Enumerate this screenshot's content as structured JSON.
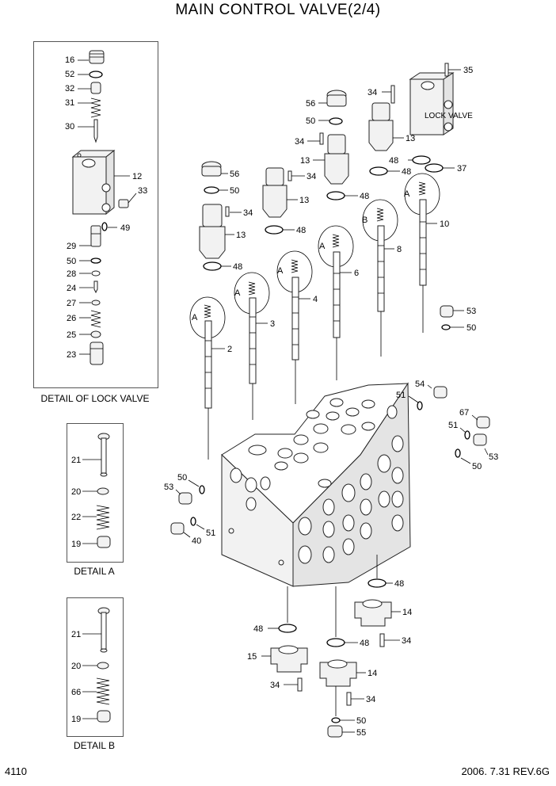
{
  "title": "MAIN CONTROL VALVE(2/4)",
  "footer": {
    "page": "4110",
    "date_rev": "2006. 7.31  REV.6G"
  },
  "details": {
    "lock_valve": "DETAIL OF LOCK VALVE",
    "a": "DETAIL A",
    "b": "DETAIL B"
  },
  "lock_valve_label": "LOCK VALVE",
  "spool_tags": [
    "A",
    "A",
    "A",
    "A",
    "B",
    "A"
  ],
  "labels": {
    "l16": "16",
    "l52": "52",
    "l32": "32",
    "l31": "31",
    "l30": "30",
    "l12": "12",
    "l33": "33",
    "l49": "49",
    "l29": "29",
    "l50a": "50",
    "l28": "28",
    "l24": "24",
    "l27": "27",
    "l26": "26",
    "l25": "25",
    "l23": "23",
    "dA21": "21",
    "dA20": "20",
    "dA22": "22",
    "dA19": "19",
    "dB21": "21",
    "dB20": "20",
    "dB66": "66",
    "dB19": "19",
    "m56a": "56",
    "m50b": "50",
    "m34a": "34",
    "m13a": "13",
    "m34b": "34",
    "m13b": "13",
    "m48a": "48",
    "m48b": "48",
    "m56b": "56",
    "m50c": "50",
    "m34c": "34",
    "m13c": "13",
    "m48c": "48",
    "m34d": "34",
    "m13d": "13",
    "m48d": "48",
    "m48e": "48",
    "m35": "35",
    "m37": "37",
    "s2": "2",
    "s3": "3",
    "s4": "4",
    "s6": "6",
    "s8": "8",
    "s10": "10",
    "r53a": "53",
    "r50a": "50",
    "r54": "54",
    "r51a": "51",
    "r67": "67",
    "r51b": "51",
    "r53b": "53",
    "r50b": "50",
    "f53": "53",
    "f50": "50",
    "f51": "51",
    "f40": "40",
    "b48a": "48",
    "b14a": "14",
    "b48b": "48",
    "b15": "15",
    "b48c": "48",
    "b34a": "34",
    "b14b": "14",
    "b34b": "34",
    "b34c": "34",
    "b50": "50",
    "b55": "55"
  }
}
